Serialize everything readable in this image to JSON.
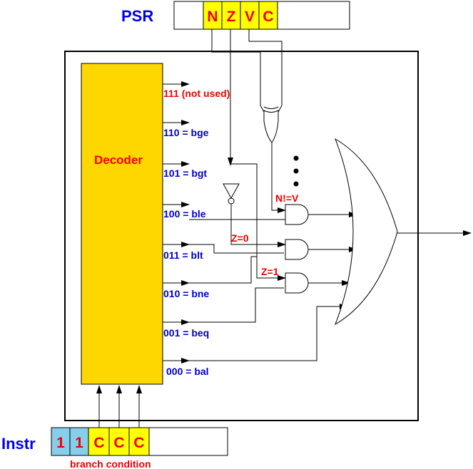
{
  "psr": {
    "label": "PSR",
    "bits": [
      "N",
      "Z",
      "V",
      "C"
    ],
    "bit_color": "#ffff00"
  },
  "decoder": {
    "label": "Decoder",
    "fill_color": "#ffd700"
  },
  "outputs": [
    {
      "label": "111 (not used)",
      "color": "red"
    },
    {
      "label": "110 = bge",
      "color": "blue"
    },
    {
      "label": "101 = bgt",
      "color": "blue"
    },
    {
      "label": "100 = ble",
      "color": "blue"
    },
    {
      "label": "011 = blt",
      "color": "blue"
    },
    {
      "label": "010 = bne",
      "color": "blue"
    },
    {
      "label": "001 = beq",
      "color": "blue"
    },
    {
      "label": "000 = bal",
      "color": "blue"
    }
  ],
  "gate_labels": {
    "n_ne_v": "N!=V",
    "z_eq_0": "Z=0",
    "z_eq_1": "Z=1"
  },
  "instr": {
    "label": "Instr",
    "opcode_bits": [
      "1",
      "1"
    ],
    "cond_bits": [
      "C",
      "C",
      "C"
    ],
    "opcode_color": "#87ceeb",
    "cond_color": "#ffff00",
    "caption": "branch condition"
  }
}
